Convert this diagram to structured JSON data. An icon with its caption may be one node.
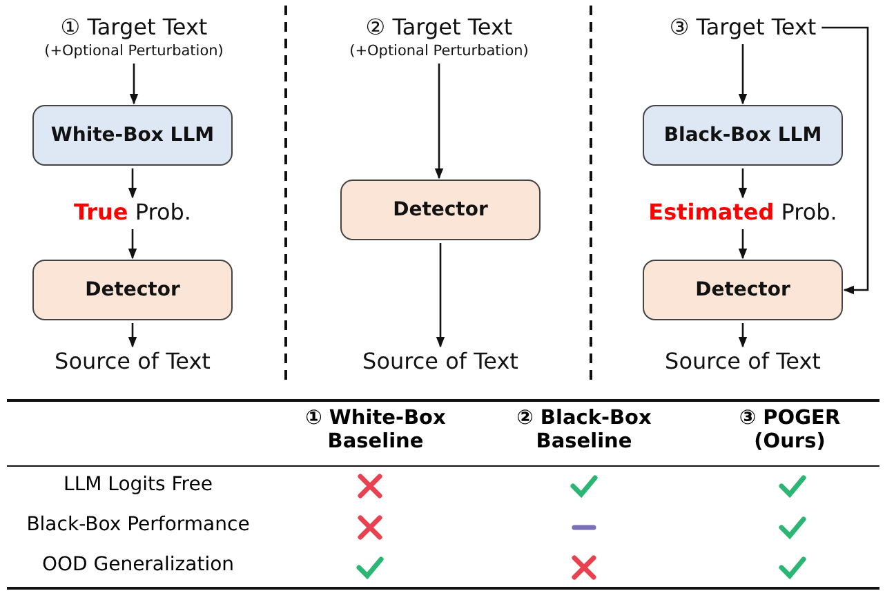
{
  "diagram": {
    "nodes": [
      {
        "text": [
          "① Target Text",
          "(+Optional Perturbation)"
        ]
      },
      {
        "text": [
          "White-Box LLM"
        ]
      },
      {
        "text": [
          "True",
          "Prob."
        ]
      },
      {
        "text": [
          "Detector"
        ]
      },
      {
        "text": [
          "Source of Text"
        ]
      },
      {
        "text": [
          "② Target Text",
          "(+Optional Perturbation)"
        ]
      },
      {
        "text": [
          "Detector"
        ]
      },
      {
        "text": [
          "Source of Text"
        ]
      },
      {
        "text": [
          "③ Target Text"
        ]
      },
      {
        "text": [
          "Black-Box LLM"
        ]
      },
      {
        "text": [
          "Estimated",
          "Prob."
        ]
      },
      {
        "text": [
          "Detector"
        ]
      },
      {
        "text": [
          "Source of Text"
        ]
      }
    ],
    "edges": [
      {
        "from": 0,
        "to": 1,
        "arrow": "to"
      },
      {
        "from": 1,
        "to": 2,
        "arrow": "to"
      },
      {
        "from": 2,
        "to": 3,
        "arrow": "to"
      },
      {
        "from": 3,
        "to": 4,
        "arrow": "to"
      },
      {
        "from": 5,
        "to": 6,
        "arrow": "to"
      },
      {
        "from": 6,
        "to": 7,
        "arrow": "to"
      },
      {
        "from": 8,
        "to": 9,
        "arrow": "to"
      },
      {
        "from": 9,
        "to": 10,
        "arrow": "to"
      },
      {
        "from": 10,
        "to": 11,
        "arrow": "to"
      },
      {
        "from": 11,
        "to": 12,
        "arrow": "to"
      },
      {
        "from": 8,
        "to": 11,
        "arrow": "to"
      }
    ],
    "labels": [
      "① White-Box Baseline",
      "② Black-Box Baseline",
      "③ POGER (Ours)",
      "LLM Logits Free",
      "Black-Box Performance",
      "OOD Generalization"
    ]
  }
}
